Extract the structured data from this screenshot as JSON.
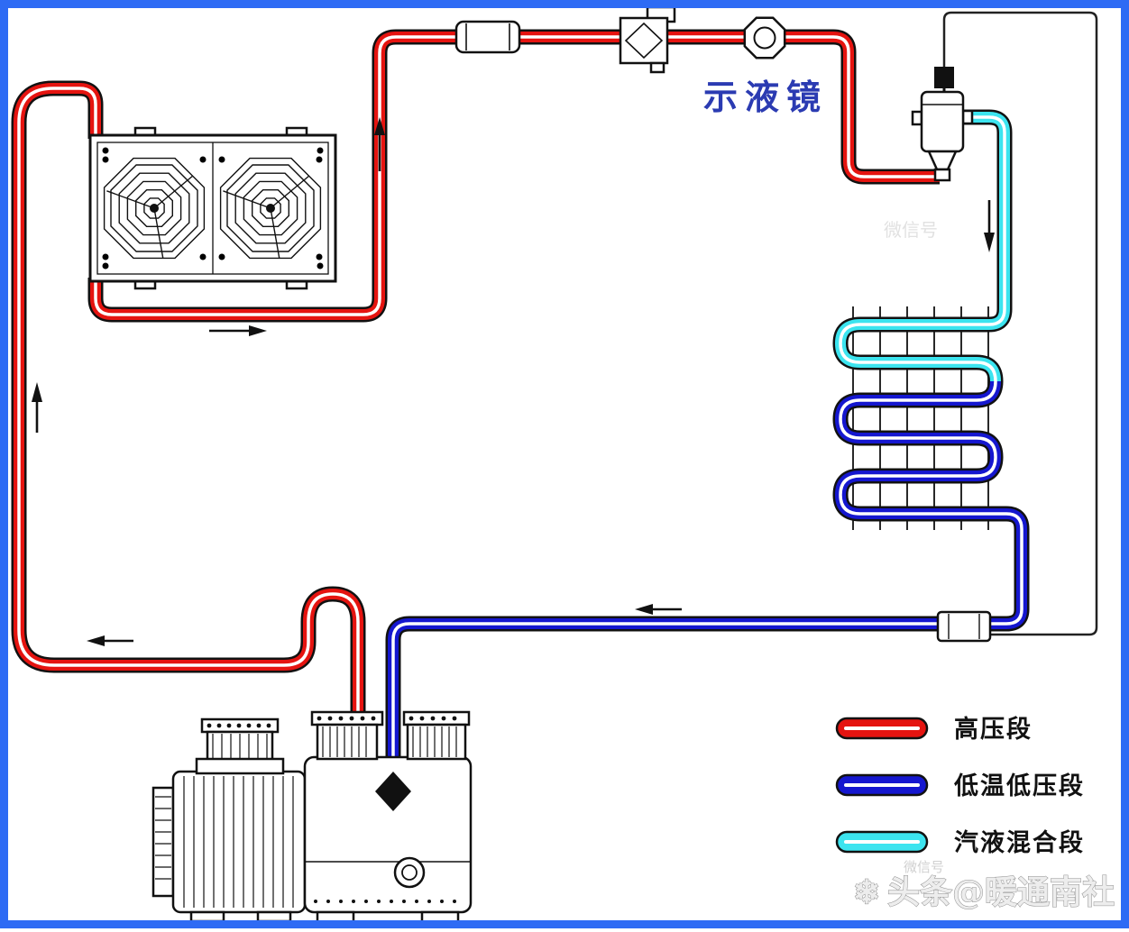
{
  "diagram": {
    "labels": {
      "sight_glass": "示液镜"
    },
    "legend": {
      "items": [
        {
          "key": "high-pressure",
          "label": "高压段",
          "color": "#e51410"
        },
        {
          "key": "low-temp-low-pressure",
          "label": "低温低压段",
          "color": "#1517cf"
        },
        {
          "key": "vapor-liquid-mixture",
          "label": "汽液混合段",
          "color": "#3ce4ef"
        }
      ]
    },
    "watermark": {
      "icon": "❄",
      "text": "头条@暖通南社",
      "faint_text": "微信号"
    },
    "colors": {
      "frame": "#2e6bf4",
      "high_pressure": "#e51410",
      "low_pressure": "#1517cf",
      "mixture": "#3ce4ef",
      "line": "#111111",
      "label_blue": "#2b3bb2"
    },
    "components": [
      "condenser-fan-unit",
      "filter-drier",
      "solenoid-valve",
      "liquid-sight-glass",
      "thermal-expansion-valve",
      "evaporator-coil",
      "txv-sensing-bulb",
      "suction-line",
      "discharge-line",
      "compressor"
    ]
  }
}
